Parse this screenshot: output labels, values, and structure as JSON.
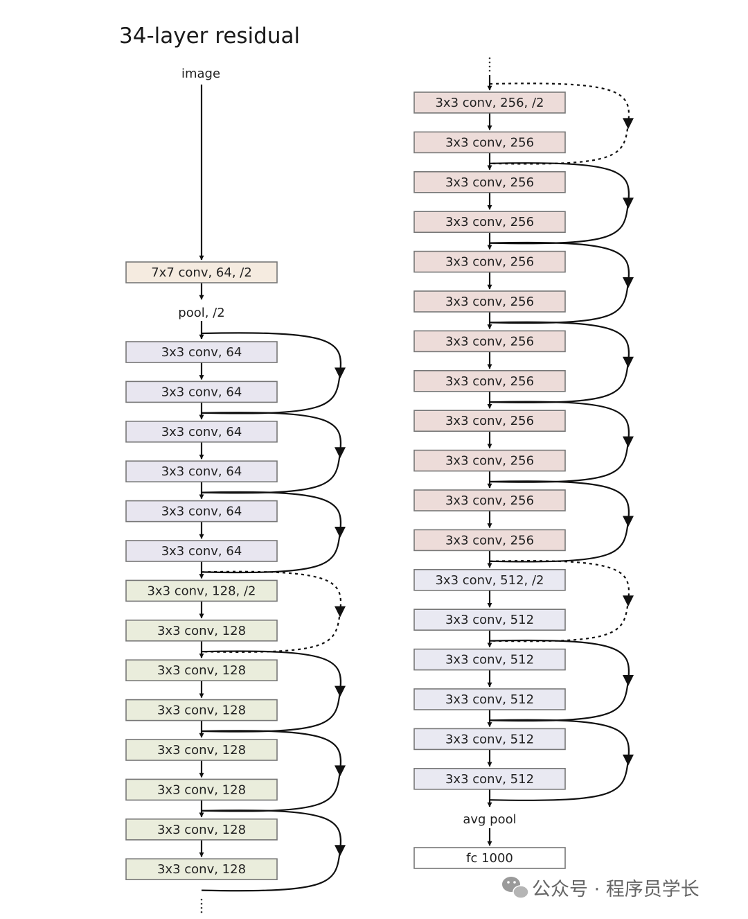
{
  "title": "34-layer residual",
  "input_label": "image",
  "watermark": "公众号 · 程序员学长",
  "colors": {
    "stem": "#f5ebe0",
    "stage64": "#e8e6f0",
    "stage128": "#eaeddc",
    "stage256": "#eddcd9",
    "stage512": "#e9e9f2",
    "fc": "#ffffff",
    "border": "#777777",
    "arrow": "#111111"
  },
  "left_column": {
    "stem_label": "7x7 conv, 64, /2",
    "pool_label": "pool, /2",
    "stage1_label": "3x3 conv, 64",
    "stage2_first_label": "3x3 conv, 128, /2",
    "stage2_label": "3x3 conv, 128"
  },
  "right_column": {
    "stage3_first_label": "3x3 conv, 256, /2",
    "stage3_label": "3x3 conv, 256",
    "stage4_first_label": "3x3 conv, 512, /2",
    "stage4_label": "3x3 conv, 512",
    "avgpool_label": "avg pool",
    "fc_label": "fc 1000"
  }
}
